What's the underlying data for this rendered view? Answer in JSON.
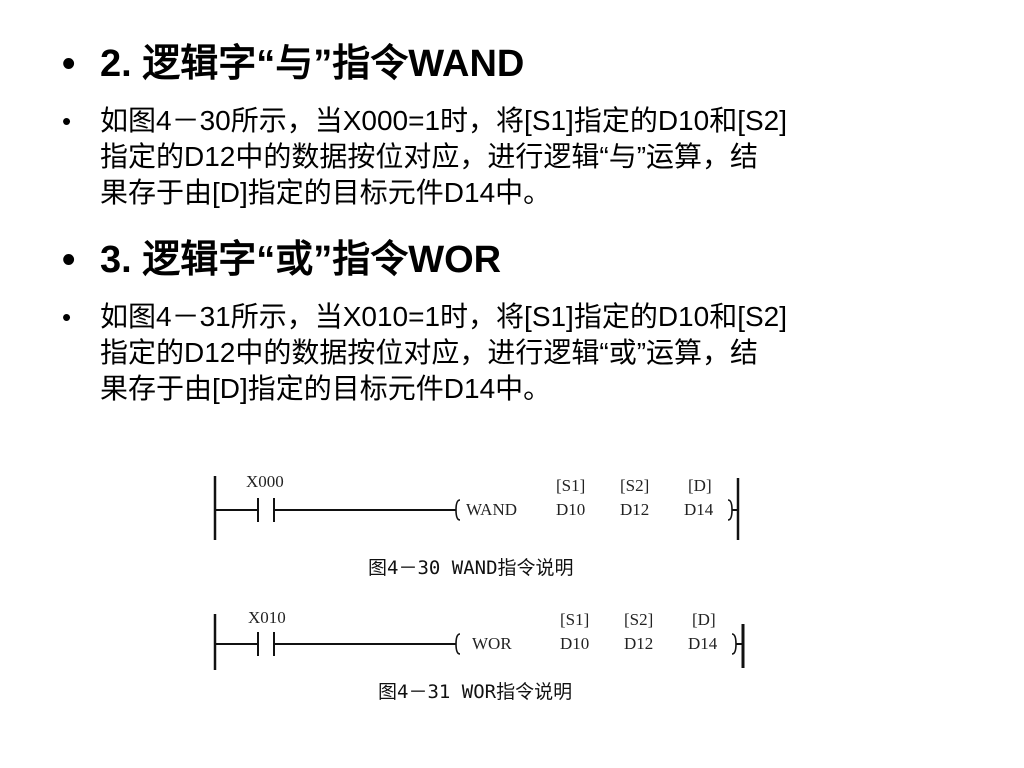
{
  "bullet_glyph": "•",
  "section_and": {
    "heading": "2.   逻辑字“与”指令WAND",
    "body_lines": [
      "如图4－30所示，当X000=1时，将[S1]指定的D10和[S2]",
      "指定的D12中的数据按位对应，进行逻辑“与”运算，结",
      "果存于由[D]指定的目标元件D14中。"
    ]
  },
  "section_or": {
    "heading": "3.   逻辑字“或”指令WOR",
    "body_lines": [
      "如图4－31所示，当X010=1时，将[S1]指定的D10和[S2]",
      "指定的D12中的数据按位对应，进行逻辑“或”运算，结",
      "果存于由[D]指定的目标元件D14中。"
    ]
  },
  "ladder_and": {
    "contact": "X000",
    "instruction": "WAND",
    "s1_label": "[S1]",
    "s2_label": "[S2]",
    "d_label": "[D]",
    "s1_value": "D10",
    "s2_value": "D12",
    "d_value": "D14",
    "caption": "图4－30  WAND指令说明"
  },
  "ladder_or": {
    "contact": "X010",
    "instruction": "WOR",
    "s1_label": "[S1]",
    "s2_label": "[S2]",
    "d_label": "[D]",
    "s1_value": "D10",
    "s2_value": "D12",
    "d_value": "D14",
    "caption": "图4－31  WOR指令说明"
  }
}
